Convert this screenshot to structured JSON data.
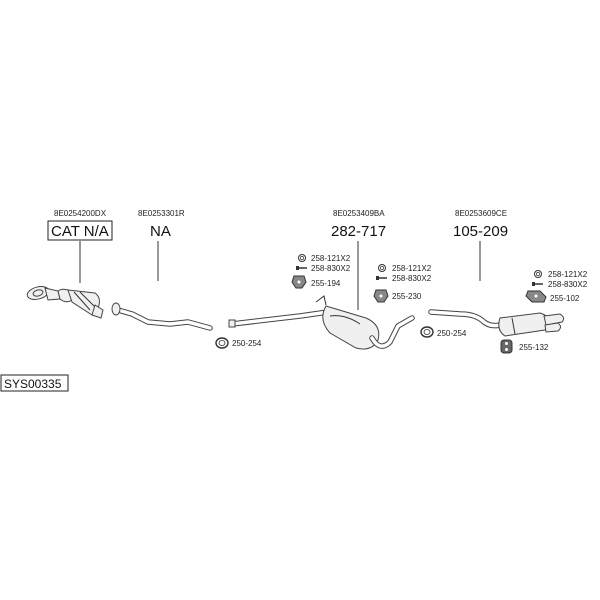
{
  "parts": {
    "cat": {
      "code": "8E0254200DX",
      "number": "CAT N/A"
    },
    "front_pipe": {
      "code": "8E0253301R",
      "number": "NA"
    },
    "middle": {
      "code": "8E0253409BA",
      "number": "282-717"
    },
    "rear": {
      "code": "8E0253609CE",
      "number": "105-209"
    }
  },
  "fittings": {
    "clamp_front": "250-254",
    "clamp_rear": "250-254",
    "m1_ring": "258-121X2",
    "m1_bolt": "258-830X2",
    "m1_hanger": "255-194",
    "m2_ring": "258-121X2",
    "m2_bolt": "258-830X2",
    "m2_hanger": "255-230",
    "r_ring": "258-121X2",
    "r_bolt": "258-830X2",
    "r_hanger": "255-102",
    "r_rubber": "255-132"
  },
  "system_id": "SYS00335"
}
